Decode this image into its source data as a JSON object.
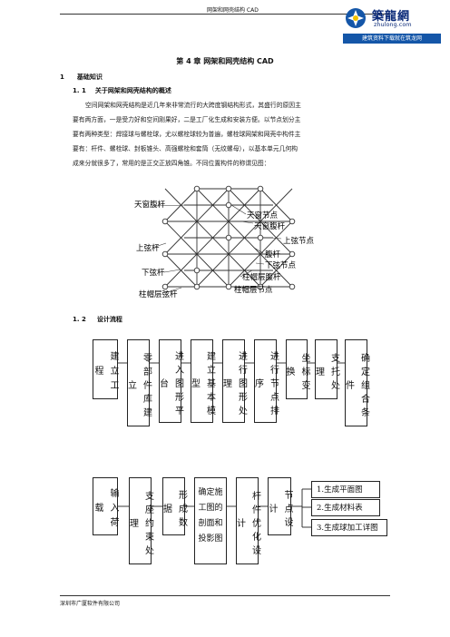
{
  "header": {
    "title": "网架和网壳结构 CAD"
  },
  "logo": {
    "name": "築龍網",
    "url": "zhulong.com",
    "tagline": "建筑资料下载就在筑龙网"
  },
  "chapter": {
    "title": "第 4 章  网架和网壳结构 CAD"
  },
  "section1": {
    "num": "1",
    "title": "基础知识"
  },
  "section11": {
    "num": "1. 1",
    "title": "关于网架和网壳结构的概述"
  },
  "paragraph": {
    "lines": [
      "空间网架和网壳结构是近几年来非常流行的大跨度钢结构形式，其盛行的原因主",
      "要有两方面，一是受力好和空间刚果好，二是工厂化生成和安装方便。以节点划分主",
      "要有两种类型：焊接球与螺栓球，尤以螺栓球较为普遍，螺栓球网架和网壳中构件主",
      "要有：杆件、螺栓球、封板锥头、高强螺栓和套筒（无纹螺母），以基本单元几何构",
      "成来分就很多了，常用的是正交正放四角锥。不同位置构件的称谓见图："
    ]
  },
  "diagram": {
    "labels": {
      "skylight_rod": "天窗腹杆",
      "skylight_node": "天窗节点",
      "skylight_web": "天窗腹杆",
      "upper_chord_node": "上弦节点",
      "web_rod": "腹杆",
      "upper_chord": "上弦杆",
      "lower_chord_node": "下弦节点",
      "lower_chord": "下弦杆",
      "cap_web": "柱帽层腹杆",
      "cap_rod": "柱帽层弦杆",
      "cap_node": "柱帽层节点"
    }
  },
  "section12": {
    "num": "1. 2",
    "title": "设计流程"
  },
  "flow1": [
    "建立工程",
    "零部件库建立",
    "进入图形平台",
    "建立基本模型",
    "进行图形处理",
    "进行节点排序",
    "坐标变换",
    "支托处理",
    "确定组合条件"
  ],
  "flow2": [
    "输入荷载",
    "支座约束处理",
    "形成数据",
    "确定施工图的剖面和投影图",
    "杆件优化设计",
    "节点设计"
  ],
  "outputs": [
    "1.生成平面图",
    "2.生成材料表",
    "3.生成球加工详图"
  ],
  "footer": {
    "company": "深圳市广厦软件有限公司"
  }
}
